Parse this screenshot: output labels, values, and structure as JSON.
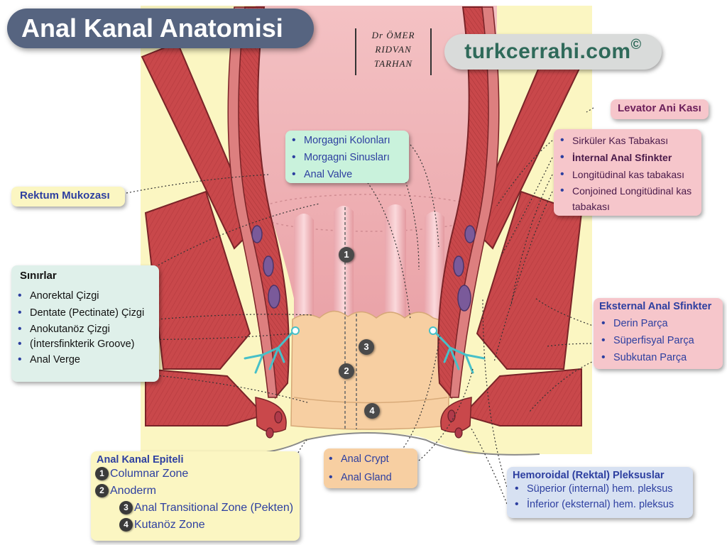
{
  "title": "Anal Kanal Anatomisi",
  "author": {
    "line1": "Dr ÖMER",
    "line2": "RIDVAN",
    "line3": "TARHAN"
  },
  "site": {
    "name": "turkcerrahi.com",
    "mark": "©"
  },
  "labels": {
    "rektum_mukozasi": "Rektum Mukozası",
    "levator_ani": "Levator Ani Kası",
    "morgagni": [
      "Morgagni Kolonları",
      "Morgagni Sinusları",
      "Anal Valve"
    ],
    "muscles": [
      "Sirküler Kas Tabakası",
      "İnternal Anal Sfinkter",
      "Longitüdinal kas tabakası",
      "Conjoined Longitüdinal kas tabakası"
    ],
    "sinirlar": {
      "title": "Sınırlar",
      "items": [
        "Anorektal Çizgi",
        "Dentate (Pectinate) Çizgi",
        "Anokutanöz Çizgi",
        "(İntersfinkterik Groove)",
        "Anal Verge"
      ]
    },
    "eksternal": {
      "title": "Eksternal Anal Sfinkter",
      "items": [
        "Derin Parça",
        "Süperfisyal Parça",
        "Subkutan Parça"
      ]
    },
    "epitel": {
      "title": "Anal Kanal Epiteli",
      "zones": [
        {
          "num": "1",
          "name": "Columnar Zone"
        },
        {
          "num": "2",
          "name": "Anoderm"
        },
        {
          "num": "3",
          "name": "Anal Transitional Zone (Pekten)"
        },
        {
          "num": "4",
          "name": "Kutanöz Zone"
        }
      ]
    },
    "crypt": [
      "Anal Crypt",
      "Anal Gland"
    ],
    "hemoroid": {
      "title": "Hemoroidal (Rektal) Pleksuslar",
      "items": [
        "Süperior (internal) hem. pleksus",
        "İnferior (eksternal) hem. pleksus"
      ]
    }
  },
  "map_numbers": [
    "1",
    "3",
    "2",
    "4"
  ],
  "colors": {
    "background_fat": "#fbf6c2",
    "mucosa": "#f0b8bc",
    "muscle": "#c9484b",
    "anoderm": "#f7cfa2",
    "vein": "#7a5a9a",
    "gland": "#47c0c8"
  }
}
